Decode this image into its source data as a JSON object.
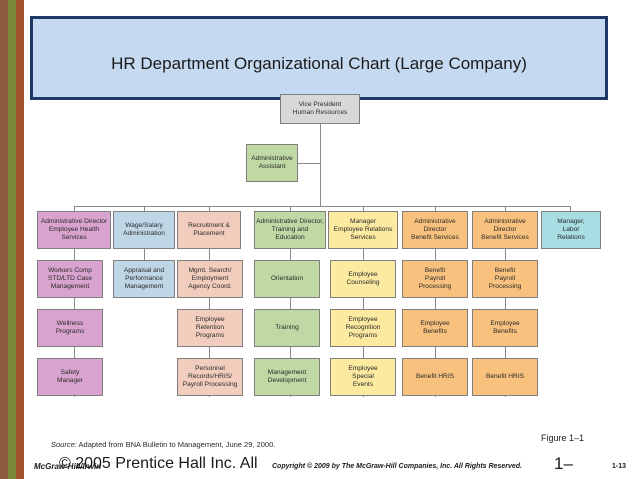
{
  "slide": {
    "title": "HR Department Organizational Chart (Large Company)",
    "source_label": "Source:",
    "source_text": "Adapted from BNA Bulletin to Management, June 29, 2000.",
    "figure_label": "Figure 1–1",
    "footer_left": "McGraw-Hill/Irwin",
    "footer_overlay": "© 2005 Prentice Hall Inc. All",
    "footer_copyright": "Copyright © 2009 by The McGraw-Hill Companies, Inc. All Rights Reserved.",
    "footer_page_large": "1–",
    "footer_page_small": "1-13"
  },
  "colors": {
    "title_bar_fill": "#c5d9f1",
    "title_bar_border": "#1f3864",
    "stripe_brown": "#8b5a3c",
    "stripe_olive": "#7a8a3a",
    "stripe_rust": "#a0522d",
    "box_pink": "#d8a3cf",
    "box_blue": "#bed6e6",
    "box_peach": "#f2cdbe",
    "box_green": "#bfd8a4",
    "box_yellow": "#fbeaa0",
    "box_orange": "#f8c27e",
    "box_cyan": "#a7dde3",
    "box_gray": "#d8d8d8"
  },
  "org": {
    "vp": "Vice President\nHuman Resources",
    "assistant": "Administrative\nAssistant",
    "columns": [
      {
        "head": "Administrative Director\nEmployee Health\nServices",
        "items": [
          "Workers Comp\nSTD/LTD Case\nManagement",
          "Wellness\nPrograms",
          "Safety\nManager"
        ]
      },
      {
        "head": "Wage/Salary\nAdministration",
        "items": [
          "Appraisal and\nPerformance\nManagement"
        ]
      },
      {
        "head": "Recruitment &\nPlacement",
        "items": [
          "Mgmt. Search/\nEmployment\nAgency Coord.",
          "Employee\nRetention\nPrograms",
          "Personnel\nRecords/HRIS/\nPayroll Processing"
        ]
      },
      {
        "head": "Administrative Director,\nTraining and\nEducation",
        "items": [
          "Orientation",
          "Training",
          "Management\nDevelopment"
        ]
      },
      {
        "head": "Manager\nEmployee Relations\nServices",
        "items": [
          "Employee\nCounseling",
          "Employee\nRecognition\nPrograms",
          "Employee\nSpecial\nEvents"
        ]
      },
      {
        "head": "Administrative\nDirector\nBenefit Services",
        "items": [
          "Benefit\nPayroll\nProcessing",
          "Employee\nBenefits",
          "Benefit HRIS"
        ]
      },
      {
        "head": "Administrative\nDirector\nBenefit Services",
        "items": [
          "Benefit\nPayroll\nProcessing",
          "Employee\nBenefits",
          "Benefit HRIS"
        ]
      },
      {
        "head": "Manager,\nLabor\nRelations",
        "items": []
      }
    ]
  }
}
